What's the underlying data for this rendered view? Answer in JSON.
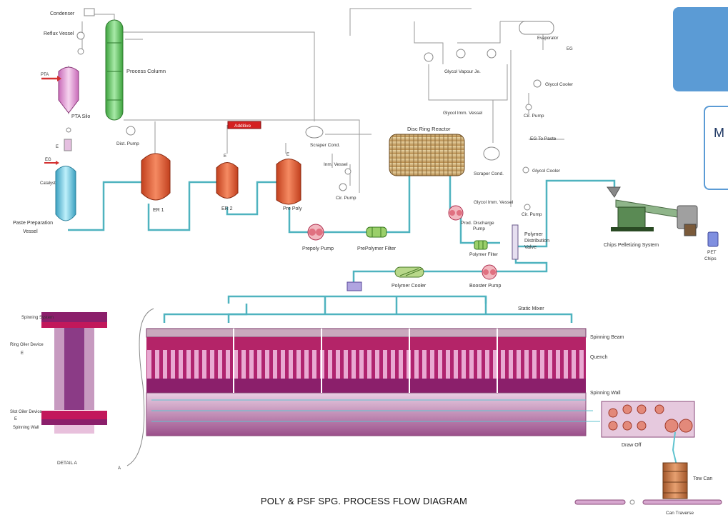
{
  "labels": {
    "condenser": "Condenser",
    "reflux_vessel": "Reflux Vessel",
    "process_column": "Process Column",
    "pta": "PTA",
    "pta_silo": "PTA Silo",
    "eg": "EG",
    "catalyst": "Catalyst",
    "paste_prep": "Paste Preparation",
    "paste_vessel": "Vessel",
    "dist_pump": "Dist. Pump",
    "additive": "Additive",
    "er1": "ER 1",
    "er2": "ER 2",
    "pre_poly": "Pre Poly",
    "scraper_cond": "Scraper Cond.",
    "inm_vessel": "Inm. Vessel",
    "cir_pump": "Cir. Pump",
    "prepoly_pump": "Prepoly Pump",
    "prepolymer_filter": "PrePolymer Filter",
    "disc_ring_reactor": "Disc Ring Reactor",
    "evaporator": "Evaporator",
    "eg2": "EG",
    "glycol_vapour": "Glycol Vapour Je.",
    "glycol_cooler_top": "Glycol Cooler",
    "glycol_inm_vessel": "Glycol Imm. Vessel",
    "cir_pump2": "Cir. Pump",
    "eg_to_paste": "EG To Paste",
    "scraper_cond2": "Scraper Cond.",
    "glycol_cooler": "Glycol Cooler",
    "glycol_imm_vessel2": "Glycol Imm. Vessel",
    "cir_pump3": "Cir. Pump",
    "prod_discharge": "Prod. Discharge",
    "pump": "Pump",
    "polymer_filter": "Polymer Filter",
    "polymer": "Polymer",
    "distribution": "Distribution",
    "valve": "Valve",
    "chips_pelletizing": "Chips Pelletizing System",
    "pet": "PET",
    "chips": "Chips",
    "polymer_cooler": "Polymer Cooler",
    "booster_pump": "Booster Pump",
    "static_mixer": "Static Mixer",
    "spinning_beam": "Spinning Beam",
    "quench": "Quench",
    "spinning_wall": "Spinning Wall",
    "draw_off": "Draw Off",
    "tow_can": "Tow Can",
    "can_traverse": "Can Traverse",
    "spinning_system": "Spinning System",
    "ring_oiler": "Ring Oiler Device",
    "slot_oiler": "Slot Oiler Device",
    "spinning_wall2": "Spinning Wall",
    "detail_a": "DETAIL A",
    "letter_a": "A",
    "e": "E"
  },
  "footer": "POLY & PSF SPG. PROCESS FLOW DIAGRAM",
  "side_card_text": "M",
  "colors": {
    "pipe": "#4fb3bf",
    "line": "#999999",
    "reactor": "#e8603c",
    "column": "#7bd17b",
    "silo": "#e7a9e0",
    "paste": "#7fd4e8",
    "spin_dark": "#8b1f6b",
    "spin_mid": "#c2185b",
    "spin_light": "#e6c3dc",
    "card_blue": "#5b9bd5"
  }
}
